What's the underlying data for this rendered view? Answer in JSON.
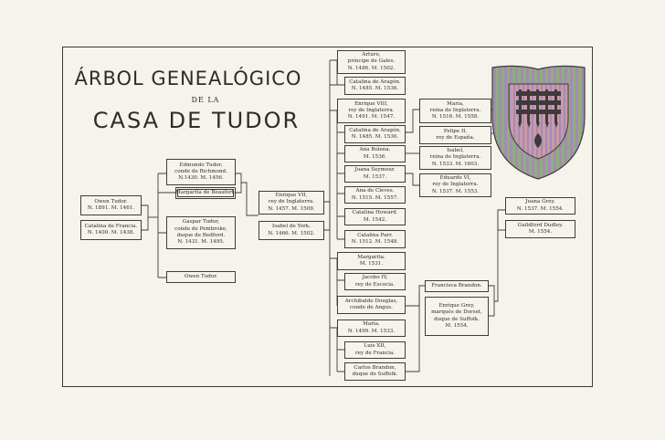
{
  "title": {
    "line1": "ÁRBOL GENEALÓGICO",
    "line2": "DE LA",
    "line3": "CASA DE TUDOR"
  },
  "nodes": {
    "owen_tudor_senior": {
      "lines": [
        "Owen Tudor.",
        "N. 1891. M. 1461."
      ]
    },
    "catalina_de_francia": {
      "lines": [
        "Catalina de Francia.",
        "N. 1400. M. 1438."
      ]
    },
    "edmundo_tudor": {
      "lines": [
        "Edmundo Tudor,",
        "conde de Richmond.",
        "N.1430. M. 1456."
      ]
    },
    "margarita_de_beaufort": {
      "lines": [
        "Margarita de Beaufort."
      ]
    },
    "gaspar_tudor": {
      "lines": [
        "Gaspar Tudor,",
        "conde de Pembroke,",
        "duque de Bedford.",
        "N. 1431. M. 1495."
      ]
    },
    "owen_tudor_junior": {
      "lines": [
        "Owen Tudor."
      ]
    },
    "enrique_vii": {
      "lines": [
        "Enrique VII,",
        "rey de Inglaterra.",
        "N. 1457. M. 1509."
      ]
    },
    "isabel_de_york": {
      "lines": [
        "Isabel de York.",
        "N. 1466. M. 1502."
      ]
    },
    "arturo": {
      "lines": [
        "Arturo,",
        "príncipe de Gales.",
        "N. 1486. M. 1502."
      ]
    },
    "catalina_de_aragon_1": {
      "lines": [
        "Catalina de Aragón.",
        "N. 1485. M. 1536."
      ]
    },
    "enrique_viii": {
      "lines": [
        "Enrique VIII,",
        "rey de Inglaterra.",
        "N. 1491. M. 1547."
      ]
    },
    "catalina_de_aragon_2": {
      "lines": [
        "Catalina de Aragón.",
        "N. 1485. M. 1536."
      ]
    },
    "ana_bolena": {
      "lines": [
        "Ana Bolena.",
        "M. 1536."
      ]
    },
    "juana_seymour": {
      "lines": [
        "Juana Seymour.",
        "M. 1537."
      ]
    },
    "ana_de_cleves": {
      "lines": [
        "Ana de Cleves.",
        "N. 1515. M. 1557."
      ]
    },
    "catalina_howard": {
      "lines": [
        "Catalina Howard.",
        "M. 1542."
      ]
    },
    "catalina_parr": {
      "lines": [
        "Catalina Parr.",
        "N. 1512. M. 1548."
      ]
    },
    "maria_reina": {
      "lines": [
        "María,",
        "reina de Inglaterra.",
        "N. 1516. M. 1558."
      ]
    },
    "felipe_ii": {
      "lines": [
        "Felipe II,",
        "rey de España."
      ]
    },
    "isabel_reina": {
      "lines": [
        "Isabel,",
        "reina de Inglaterra.",
        "N. 1533. M. 1603."
      ]
    },
    "eduardo_vi": {
      "lines": [
        "Eduardo VI,",
        "rey de Inglaterra.",
        "N. 1537. M. 1553."
      ]
    },
    "margarita": {
      "lines": [
        "Margarita.",
        "M. 1531."
      ]
    },
    "jacobo_iv": {
      "lines": [
        "Jacobo IV,",
        "rey de Escocia."
      ]
    },
    "archibaldo_douglas": {
      "lines": [
        "Archibaldo Douglas,",
        "conde de Angus."
      ]
    },
    "maria_hija": {
      "lines": [
        "María.",
        "N. 1499. M. 1533."
      ]
    },
    "luis_xii": {
      "lines": [
        "Luis XII,",
        "rey de Francia."
      ]
    },
    "carlos_brandon": {
      "lines": [
        "Carlos Brandon,",
        "duque de Suffolk."
      ]
    },
    "francisca_brandon": {
      "lines": [
        "Francisca Brandon."
      ]
    },
    "enrique_grey": {
      "lines": [
        "Enrique Grey,",
        "marqués de Dorset,",
        "duque de Suffolk.",
        "M. 1554."
      ]
    },
    "juana_grey": {
      "lines": [
        "Juana Grey.",
        "N. 1537. M. 1554."
      ]
    },
    "guildford_dudley": {
      "lines": [
        "Guildford Dudley.",
        "M. 1554."
      ]
    }
  },
  "colors": {
    "ink": "#3f3d38",
    "paper": "#f6f3ec",
    "shield_green": "#8fae7d",
    "shield_violet": "#a48bb3",
    "shield_rose": "#c99aa8",
    "shield_dark": "#3e3a3a"
  }
}
